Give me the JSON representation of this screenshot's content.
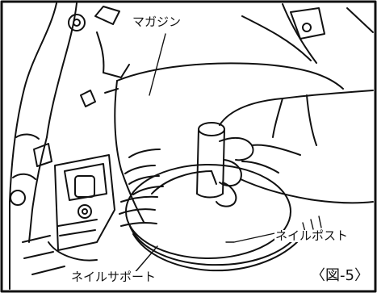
{
  "labels": {
    "magazine": "マガジン",
    "nail_post": "ネイルポスト",
    "nail_support": "ネイルサポート"
  },
  "figure_number": "〈図-5〉",
  "colors": {
    "ink": "#111111",
    "paper": "#ffffff"
  }
}
